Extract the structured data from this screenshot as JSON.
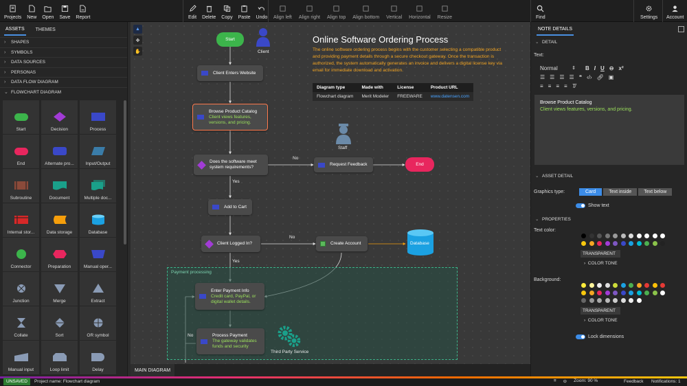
{
  "toolbar": {
    "left": [
      {
        "label": "Projects",
        "icon": "projects-icon"
      },
      {
        "label": "New",
        "icon": "new-file-icon"
      },
      {
        "label": "Open",
        "icon": "open-file-icon"
      },
      {
        "label": "Save",
        "icon": "save-icon"
      },
      {
        "label": "Report",
        "icon": "report-icon"
      }
    ],
    "edit": [
      {
        "label": "Edit",
        "icon": "pencil-icon"
      },
      {
        "label": "Delete",
        "icon": "trash-icon"
      },
      {
        "label": "Copy",
        "icon": "copy-icon"
      },
      {
        "label": "Paste",
        "icon": "paste-icon"
      },
      {
        "label": "Undo",
        "icon": "undo-icon"
      }
    ],
    "align": [
      {
        "label": "Align left",
        "icon": "align-left-icon"
      },
      {
        "label": "Align right",
        "icon": "align-right-icon"
      },
      {
        "label": "Align top",
        "icon": "align-top-icon"
      },
      {
        "label": "Align bottom",
        "icon": "align-bottom-icon"
      },
      {
        "label": "Vertical",
        "icon": "vertical-icon"
      },
      {
        "label": "Horizontal",
        "icon": "horizontal-icon"
      },
      {
        "label": "Resize",
        "icon": "resize-icon"
      }
    ],
    "find": {
      "label": "Find",
      "icon": "search-icon"
    },
    "settings": {
      "label": "Settings",
      "icon": "gear-icon"
    },
    "account": {
      "label": "Account",
      "icon": "user-icon"
    }
  },
  "left_panel": {
    "tabs": [
      "ASSETS",
      "THEMES"
    ],
    "sections": [
      "SHAPES",
      "SYMBOLS",
      "DATA SOURCES",
      "PERSONAS",
      "DATA FLOW DIAGRAM",
      "FLOWCHART DIAGRAM"
    ],
    "shapes": [
      {
        "label": "Start",
        "color": "#3cb44b",
        "shape": "pill"
      },
      {
        "label": "Decision",
        "color": "#a23bd6",
        "shape": "diamond"
      },
      {
        "label": "Process",
        "color": "#3a48c8",
        "shape": "rect"
      },
      {
        "label": "End",
        "color": "#e8265e",
        "shape": "pill"
      },
      {
        "label": "Alternate pro...",
        "color": "#3a48c8",
        "shape": "rounded"
      },
      {
        "label": "Input/Output",
        "color": "#3a7ca8",
        "shape": "parallelogram"
      },
      {
        "label": "Subroutine",
        "color": "#8b4a3a",
        "shape": "subroutine"
      },
      {
        "label": "Document",
        "color": "#1aa08a",
        "shape": "document"
      },
      {
        "label": "Multiple doc...",
        "color": "#1aa08a",
        "shape": "multidoc"
      },
      {
        "label": "Internal stor...",
        "color": "#d62828",
        "shape": "internal"
      },
      {
        "label": "Data storage",
        "color": "#f59e0b",
        "shape": "datastorage"
      },
      {
        "label": "Database",
        "color": "#1ba1e2",
        "shape": "cylinder"
      },
      {
        "label": "Connector",
        "color": "#3cb44b",
        "shape": "circle"
      },
      {
        "label": "Preparation",
        "color": "#e8265e",
        "shape": "hexagon"
      },
      {
        "label": "Manual oper...",
        "color": "#3a48c8",
        "shape": "trapezoid"
      },
      {
        "label": "Junction",
        "color": "#8a9bb5",
        "shape": "junction"
      },
      {
        "label": "Merge",
        "color": "#8a9bb5",
        "shape": "merge"
      },
      {
        "label": "Extract",
        "color": "#8a9bb5",
        "shape": "extract"
      },
      {
        "label": "Collate",
        "color": "#8a9bb5",
        "shape": "collate"
      },
      {
        "label": "Sort",
        "color": "#8a9bb5",
        "shape": "sort"
      },
      {
        "label": "OR symbol",
        "color": "#8a9bb5",
        "shape": "or"
      },
      {
        "label": "Manual input",
        "color": "#8a9bb5",
        "shape": "manualinput"
      },
      {
        "label": "Loop limit",
        "color": "#8a9bb5",
        "shape": "looplimit"
      },
      {
        "label": "Delay",
        "color": "#8a9bb5",
        "shape": "delay"
      }
    ]
  },
  "diagram": {
    "title": "Online Software Ordering Process",
    "description": "The online software ordering process begins with the customer selecting a compatible product and providing payment details through a secure checkout gateway. Once the transaction is authorized, the system automatically generates an invoice and delivers a digital license key via email for immediate download and activation.",
    "table": {
      "headers": [
        "Diagram type",
        "Made with",
        "License",
        "Product URL"
      ],
      "row": [
        "Flowchart diagram",
        "Merit Modeler",
        "FREEWARE",
        "www.datensen.com"
      ]
    },
    "nodes": {
      "start": "Start",
      "client": "Client",
      "client_enters": "Client Enters Website",
      "browse": {
        "title": "Browse Product Catalog",
        "sub": "Client views features, versions, and pricing."
      },
      "staff": "Staff",
      "decision_req": "Does the software meet system requirements?",
      "request_feedback": "Request Feedback",
      "end": "End",
      "add_cart": "Add to Cart",
      "logged_in": "Client Logged In?",
      "create_account": "Create Account",
      "database": "Database",
      "payment_group": "Payment processing",
      "enter_payment": {
        "title": "Enter Payment Info",
        "sub": "Credit card, PayPal, or digital wallet details."
      },
      "process_payment": {
        "title": "Process Payment",
        "sub": "The gateway validates funds and security"
      },
      "third_party": "Third Party Service"
    },
    "edge_labels": {
      "no1": "No",
      "yes1": "Yes",
      "no2": "No",
      "yes2": "Yes",
      "no3": "No"
    },
    "tab": "MAIN DIAGRAM"
  },
  "right_panel": {
    "title": "NOTE DETAILS",
    "detail_section": "DETAIL",
    "text_label": "Text:",
    "paragraph_style": "Normal",
    "note_title": "Browse Product Catalog",
    "note_sub": "Client views features, versions, and pricing.",
    "asset_section": "ASSET DETAIL",
    "graphics_type_label": "Graphics type:",
    "graphics_types": [
      "Card",
      "Text inside",
      "Text below"
    ],
    "show_text": "Show text",
    "properties_section": "PROPERTIES",
    "text_color_label": "Text color:",
    "background_label": "Background:",
    "transparent": "TRANSPARENT",
    "color_tone": "COLOR TONE",
    "lock_dimensions": "Lock dimensions",
    "swatches_text": [
      "#000000",
      "#333333",
      "#555555",
      "#777777",
      "#999999",
      "#bbbbbb",
      "#dddddd",
      "#ffffff",
      "#ffffff",
      "#ffffff",
      "#ffffff",
      "#f9c80e",
      "#f5a623",
      "#e8265e",
      "#a23bd6",
      "#7e57c2",
      "#3a48c8",
      "#1ba1e2",
      "#00bcd4",
      "#4caf50",
      "#8bc34a",
      "#222222"
    ],
    "swatches_bg": [
      "#ffeb3b",
      "#fff59d",
      "#eeeeee",
      "#e0e0e0",
      "#cddc39",
      "#1ba1e2",
      "#4caf50",
      "#f5a623",
      "#e53935",
      "#ffc107",
      "#e53935",
      "#f9c80e",
      "#f5a623",
      "#e8265e",
      "#a23bd6",
      "#7e57c2",
      "#3a48c8",
      "#1ba1e2",
      "#00bcd4",
      "#4caf50",
      "#8bc34a",
      "#ffffff",
      "#666666",
      "#999999",
      "#aaaaaa",
      "#bbbbbb",
      "#cccccc",
      "#dddddd",
      "#eeeeee",
      "#ffffff"
    ]
  },
  "status": {
    "unsaved": "UNSAVED",
    "project": "Project name: Flowchart diagram",
    "zoom": "Zoom: 90 %",
    "feedback": "Feedback",
    "notifications": "Notifications: 1"
  }
}
